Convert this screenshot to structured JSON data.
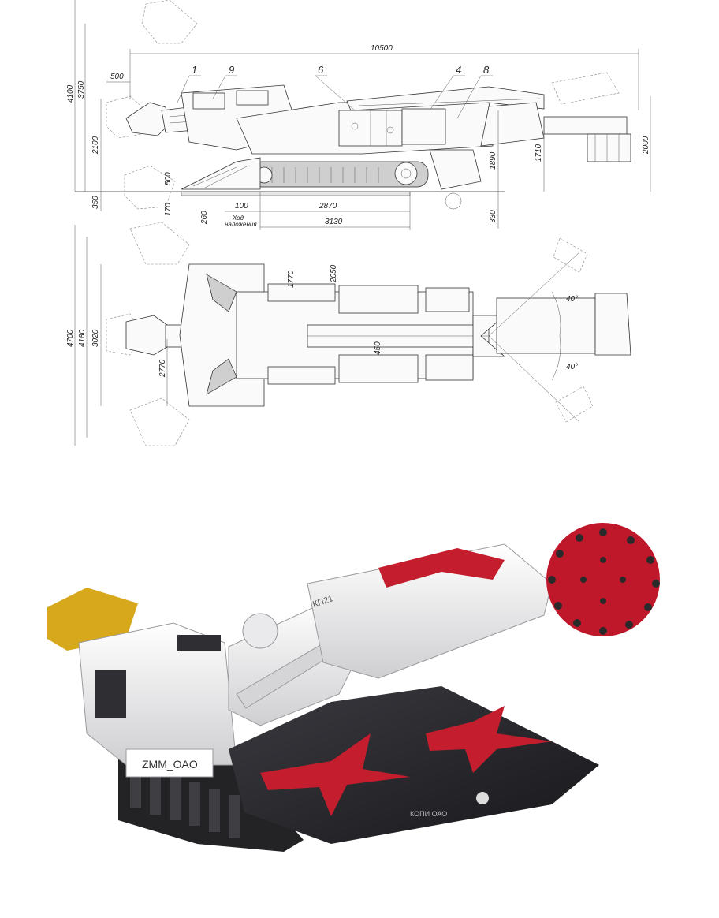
{
  "side_view": {
    "dimensions": {
      "total_length": "10500",
      "height_max": "4100",
      "height_mid": "3750",
      "height_body": "2100",
      "front_offset": "500",
      "ground_clearance": "350",
      "undercut": "170",
      "shoe_depth": "500",
      "shoe_offset": "260",
      "stroke": "100",
      "stroke_caption_1": "Ход",
      "stroke_caption_2": "наложения",
      "track_length": "2870",
      "track_base": "3130",
      "conveyor_height": "1890",
      "conveyor_drop": "330",
      "tail_height": "1710",
      "tail_width": "2000"
    },
    "callouts": [
      "1",
      "9",
      "6",
      "4",
      "8"
    ]
  },
  "top_view": {
    "dimensions": {
      "width_max": "4700",
      "width_mid": "4180",
      "width_body": "3020",
      "width_loader": "2770",
      "track_gauge": "1770",
      "track_width": "2050",
      "conveyor_width": "450",
      "swing_up": "40°",
      "swing_down": "40°"
    }
  },
  "photo": {
    "plate_front": "ZMM_OAO",
    "plate_loader": "КОПИ ОАО",
    "boom_text": "КП21"
  },
  "colors": {
    "machine_body": "#f2f2f2",
    "cutter_head": "#c0182b",
    "loader_arms": "#c41e2e",
    "apron": "#2a2a2e",
    "cabin_yellow": "#d8a81c"
  }
}
